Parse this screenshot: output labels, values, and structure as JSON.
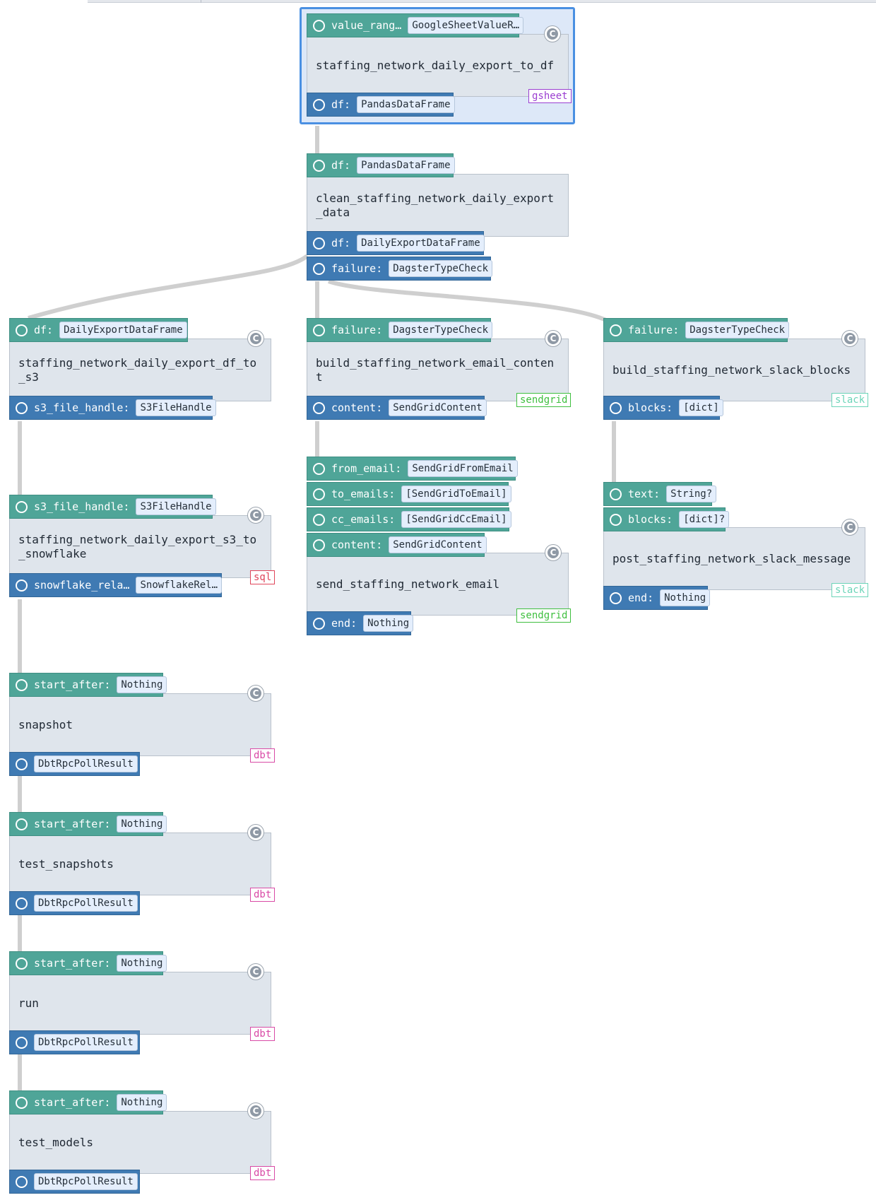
{
  "colors": {
    "input_port": "#4fa598",
    "output_port": "#3f7ab3",
    "node_body": "#dfe5ec",
    "edge": "#cfcfcf",
    "selection": "#4a90e2",
    "tag_gsheet": "#9b3fd1",
    "tag_sendgrid": "#3fbf3f",
    "tag_slack": "#6cd4b8",
    "tag_sql": "#e0455a",
    "tag_dbt": "#d94aa6"
  },
  "icons": {
    "node": "composite-c-icon",
    "port": "port-circle-icon"
  },
  "nodes": [
    {
      "id": "staffing_network_daily_export_to_df",
      "name": "staffing_network_daily_export_to_df",
      "selected": true,
      "inputs": [
        {
          "name": "value_rang…",
          "type": "GoogleSheetValueR…"
        }
      ],
      "outputs": [
        {
          "name": "df:",
          "type": "PandasDataFrame"
        }
      ],
      "tag": "gsheet"
    },
    {
      "id": "clean_staffing_network_daily_export_data",
      "name": "clean_staffing_network_daily_export_data",
      "inputs": [
        {
          "name": "df:",
          "type": "PandasDataFrame"
        }
      ],
      "outputs": [
        {
          "name": "df:",
          "type": "DailyExportDataFrame"
        },
        {
          "name": "failure:",
          "type": "DagsterTypeCheck"
        }
      ],
      "tag": ""
    },
    {
      "id": "staffing_network_daily_export_df_to_s3",
      "name": "staffing_network_daily_export_df_to_s3",
      "inputs": [
        {
          "name": "df:",
          "type": "DailyExportDataFrame"
        }
      ],
      "outputs": [
        {
          "name": "s3_file_handle:",
          "type": "S3FileHandle"
        }
      ],
      "tag": ""
    },
    {
      "id": "build_staffing_network_email_content",
      "name": "build_staffing_network_email_content",
      "inputs": [
        {
          "name": "failure:",
          "type": "DagsterTypeCheck"
        }
      ],
      "outputs": [
        {
          "name": "content:",
          "type": "SendGridContent"
        }
      ],
      "tag": "sendgrid"
    },
    {
      "id": "build_staffing_network_slack_blocks",
      "name": "build_staffing_network_slack_blocks",
      "inputs": [
        {
          "name": "failure:",
          "type": "DagsterTypeCheck"
        }
      ],
      "outputs": [
        {
          "name": "blocks:",
          "type": "[dict]"
        }
      ],
      "tag": "slack"
    },
    {
      "id": "staffing_network_daily_export_s3_to_snowflake",
      "name": "staffing_network_daily_export_s3_to_snowflake",
      "inputs": [
        {
          "name": "s3_file_handle:",
          "type": "S3FileHandle"
        }
      ],
      "outputs": [
        {
          "name": "snowflake_rela…",
          "type": "SnowflakeRel…"
        }
      ],
      "tag": "sql"
    },
    {
      "id": "send_staffing_network_email",
      "name": "send_staffing_network_email",
      "inputs": [
        {
          "name": "from_email:",
          "type": "SendGridFromEmail"
        },
        {
          "name": "to_emails:",
          "type": "[SendGridToEmail]"
        },
        {
          "name": "cc_emails:",
          "type": "[SendGridCcEmail]"
        },
        {
          "name": "content:",
          "type": "SendGridContent"
        }
      ],
      "outputs": [
        {
          "name": "end:",
          "type": "Nothing"
        }
      ],
      "tag": "sendgrid"
    },
    {
      "id": "post_staffing_network_slack_message",
      "name": "post_staffing_network_slack_message",
      "inputs": [
        {
          "name": "text:",
          "type": "String?"
        },
        {
          "name": "blocks:",
          "type": "[dict]?"
        }
      ],
      "outputs": [
        {
          "name": "end:",
          "type": "Nothing"
        }
      ],
      "tag": "slack"
    },
    {
      "id": "snapshot",
      "name": "snapshot",
      "inputs": [
        {
          "name": "start_after:",
          "type": "Nothing"
        }
      ],
      "outputs": [
        {
          "name": "",
          "type": "DbtRpcPollResult"
        }
      ],
      "tag": "dbt"
    },
    {
      "id": "test_snapshots",
      "name": "test_snapshots",
      "inputs": [
        {
          "name": "start_after:",
          "type": "Nothing"
        }
      ],
      "outputs": [
        {
          "name": "",
          "type": "DbtRpcPollResult"
        }
      ],
      "tag": "dbt"
    },
    {
      "id": "run",
      "name": "run",
      "inputs": [
        {
          "name": "start_after:",
          "type": "Nothing"
        }
      ],
      "outputs": [
        {
          "name": "",
          "type": "DbtRpcPollResult"
        }
      ],
      "tag": "dbt"
    },
    {
      "id": "test_models",
      "name": "test_models",
      "inputs": [
        {
          "name": "start_after:",
          "type": "Nothing"
        }
      ],
      "outputs": [
        {
          "name": "",
          "type": "DbtRpcPollResult"
        }
      ],
      "tag": "dbt"
    }
  ]
}
